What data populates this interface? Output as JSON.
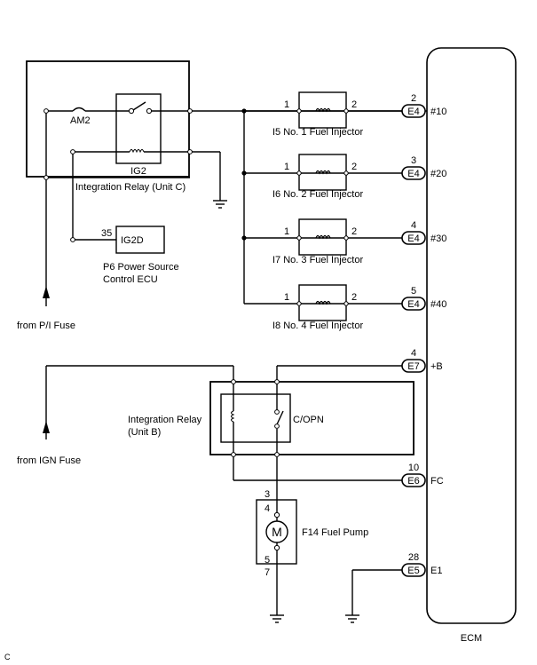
{
  "relay_c": {
    "fuse": "AM2",
    "switch": "IG2",
    "name": "Integration Relay (Unit C)"
  },
  "power_ecu": {
    "pin": "35",
    "terminal": "IG2D",
    "name_line1": "P6 Power Source",
    "name_line2": "Control ECU"
  },
  "from_pi": "from P/I Fuse",
  "from_ign": "from IGN Fuse",
  "injectors": [
    {
      "in_pin": "1",
      "out_pin": "2",
      "label": "I5 No. 1 Fuel Injector",
      "ecm_pin": "2",
      "connector": "E4",
      "signal": "#10"
    },
    {
      "in_pin": "1",
      "out_pin": "2",
      "label": "I6 No. 2 Fuel Injector",
      "ecm_pin": "3",
      "connector": "E4",
      "signal": "#20"
    },
    {
      "in_pin": "1",
      "out_pin": "2",
      "label": "I7 No. 3 Fuel Injector",
      "ecm_pin": "4",
      "connector": "E4",
      "signal": "#30"
    },
    {
      "in_pin": "1",
      "out_pin": "2",
      "label": "I8 No. 4 Fuel Injector",
      "ecm_pin": "5",
      "connector": "E4",
      "signal": "#40"
    }
  ],
  "ecm_plusb": {
    "pin": "4",
    "connector": "E7",
    "signal": "+B"
  },
  "ecm_fc": {
    "pin": "10",
    "connector": "E6",
    "signal": "FC"
  },
  "ecm_e1": {
    "pin": "28",
    "connector": "E5",
    "signal": "E1"
  },
  "relay_b": {
    "switch": "C/OPN",
    "name_line1": "Integration Relay",
    "name_line2": "(Unit B)"
  },
  "pump": {
    "pin_top_outer": "3",
    "pin_top_inner": "4",
    "pin_bottom_inner": "5",
    "pin_bottom_outer": "7",
    "motor": "M",
    "name": "F14 Fuel Pump"
  },
  "ecm_label": "ECM",
  "corner_mark": "C"
}
